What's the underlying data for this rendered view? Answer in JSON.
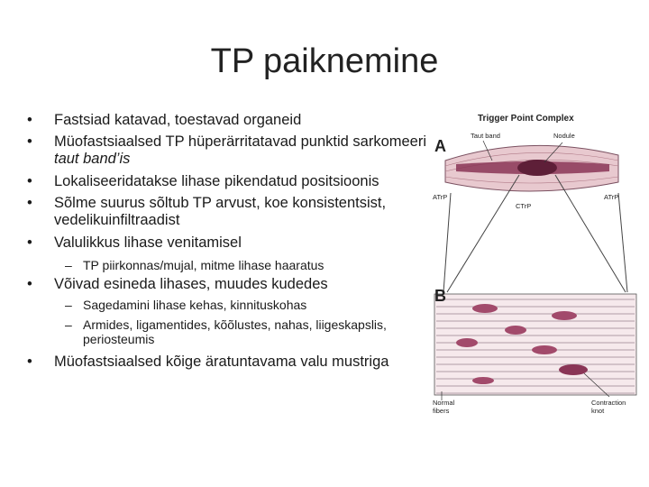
{
  "slide": {
    "title": "TP paiknemine"
  },
  "bullets": [
    {
      "marker": "•",
      "text_html": "Fastsiad katavad, toestavad organeid"
    },
    {
      "marker": "•",
      "text_html": "Müofastsiaalsed TP hüperärritatavad punktid sarkomeeri <i>taut band’is</i>"
    },
    {
      "marker": "•",
      "text_html": "Lokaliseeridatakse lihase pikendatud positsioonis"
    },
    {
      "marker": "•",
      "text_html": "Sõlme suurus sõltub TP arvust, koe konsistentsist, vedelikuinfiltraadist"
    },
    {
      "marker": "•",
      "text_html": "Valulikkus lihase venitamisel"
    },
    {
      "marker": "–",
      "text_html": "TP piirkonnas/mujal, mitme lihase haaratus"
    },
    {
      "marker": "•",
      "text_html": "Võivad esineda lihases, muudes kudedes"
    },
    {
      "marker": "–",
      "text_html": "Sagedamini lihase kehas, kinnituskohas"
    },
    {
      "marker": "–",
      "text_html": "Armides, ligamentides, kõõlustes, nahas, liigeskapslis, periosteumis"
    },
    {
      "marker": "•",
      "text_html": "Müofastsiaalsed kõige äratuntavama valu mustriga"
    }
  ],
  "figure": {
    "heading": "Trigger Point Complex",
    "panel_a": "A",
    "panel_b": "B",
    "taut_band": "Taut band",
    "nodule": "Nodule",
    "atrp_left": "ATrP",
    "atrp_right": "ATrP",
    "ctrp": "CTrP",
    "normal_fibers": "Normal fibers",
    "contraction_knot": "Contraction knot",
    "colors": {
      "muscle_fill": "#e8c9cf",
      "muscle_dark": "#8a3556",
      "nodule": "#a24a6b",
      "line": "#3a3a3a"
    }
  }
}
